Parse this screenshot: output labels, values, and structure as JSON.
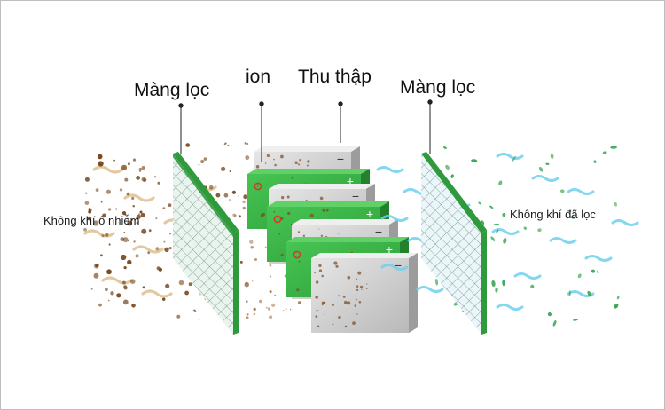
{
  "labels": {
    "filter_left": "Màng lọc",
    "ion": "ion",
    "collector": "Thu thập",
    "filter_right": "Màng lọc",
    "polluted_air": "Không khí ô nhiễm",
    "filtered_air": "Không khí đã lọc"
  },
  "plate_signs": {
    "positive": "+",
    "negative": "−"
  },
  "colors": {
    "filter_green": "#2f9a3c",
    "plate_green": "#3dbb45",
    "plate_gray": "#cfcfcf",
    "dust_brown": "#7a4a22",
    "air_blue": "#6fd0ef",
    "leaf_green": "#3aa655",
    "ion_red": "#d23a2a"
  }
}
